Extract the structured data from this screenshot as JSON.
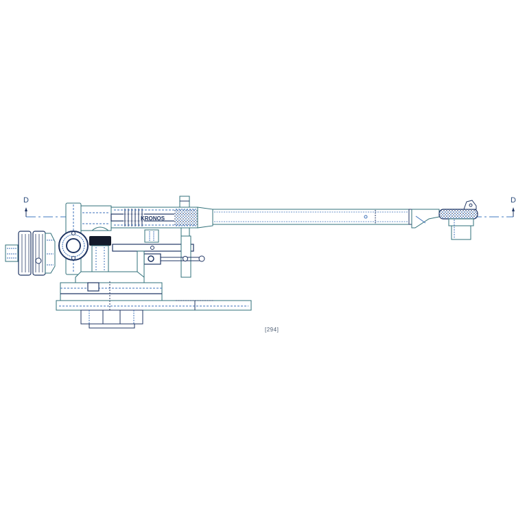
{
  "drawing": {
    "subject": "Tonearm side elevation technical drawing",
    "brand_engraving": "KRONOS",
    "section_marker_left": "D",
    "section_marker_right": "D",
    "figure_number": "[294]",
    "colors": {
      "outline_dark": "#1f3563",
      "outline_teal": "#2f6f78",
      "hidden_line_blue": "#3a6fb8",
      "centerline_blue": "#3f78c0",
      "background": "#ffffff"
    },
    "components": [
      "counterweight-assembly",
      "pivot-housing",
      "armwand-tube",
      "headshell",
      "cartridge",
      "vta-tower",
      "arm-rest-lift",
      "base-mount-plate",
      "anti-skate-knob"
    ]
  }
}
